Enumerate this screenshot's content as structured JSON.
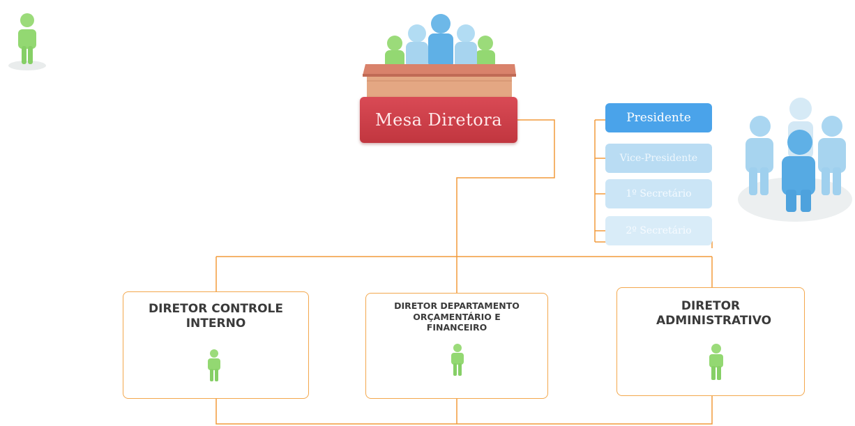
{
  "council": {
    "title": "Mesa Diretora"
  },
  "roles": [
    {
      "label": "Presidente"
    },
    {
      "label": "Vice-Presidente"
    },
    {
      "label": "1º Secretário"
    },
    {
      "label": "2º Secretário"
    }
  ],
  "directors": [
    {
      "title": "DIRETOR CONTROLE INTERNO"
    },
    {
      "title": "DIRETOR DEPARTAMENTO ORÇAMENTÁRIO E FINANCEIRO"
    },
    {
      "title": "DIRETOR ADMINISTRATIVO"
    }
  ],
  "colors": {
    "connector": "#f29a3a",
    "council_box": "#c9393f",
    "role_active": "#4aa3ea",
    "person_green": "#93d872",
    "person_blue": "#8fc8ec"
  }
}
